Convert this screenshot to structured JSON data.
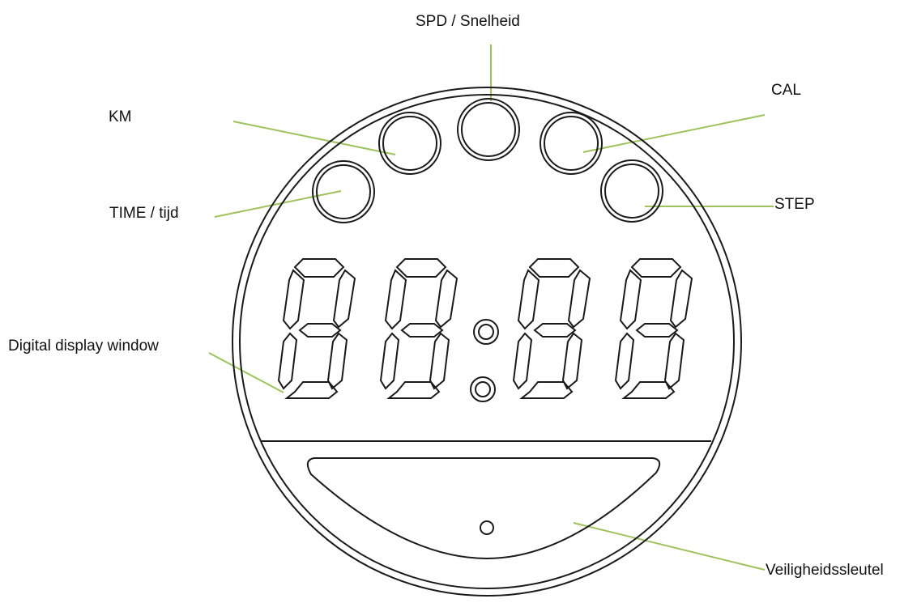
{
  "labels": {
    "spd": "SPD / Snelheid",
    "cal": "CAL",
    "km": "KM",
    "time": "TIME / tijd",
    "step": "STEP",
    "display": "Digital display window",
    "key": "Veiligheidssleutel"
  },
  "colors": {
    "leader": "#9dc35a",
    "outline": "#1a1a1a",
    "text": "#111111"
  },
  "icons": {
    "indicator": "circle-indicator-icon",
    "digit": "seven-segment-digit-icon",
    "colon": "colon-dots-icon",
    "key_slot": "key-hole-icon"
  }
}
